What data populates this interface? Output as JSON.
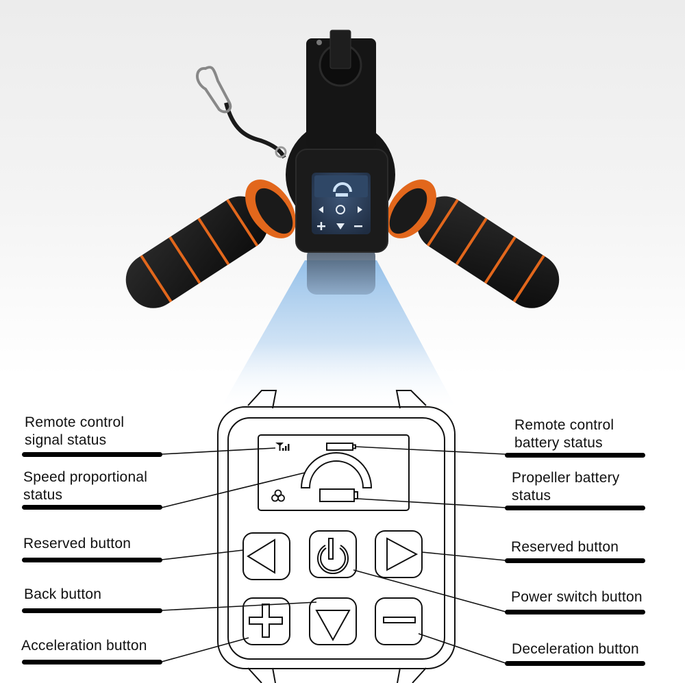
{
  "diagram": {
    "colors": {
      "grip_black": "#141414",
      "grip_orange": "#e2671c",
      "beam_blue": "#a9cdef",
      "screen_blue": "#2c3f5c",
      "line": "#111111"
    },
    "device_photo": {
      "screen_icons": [
        "signal-icon",
        "battery-icon",
        "speed-gauge-icon",
        "propeller-icon"
      ],
      "buttons": [
        "left-arrow",
        "power",
        "right-arrow",
        "plus",
        "down-arrow",
        "minus"
      ]
    },
    "labels_left": [
      {
        "id": "signal",
        "lines": [
          "Remote control",
          "signal status"
        ]
      },
      {
        "id": "speed",
        "lines": [
          "Speed proportional",
          "status"
        ]
      },
      {
        "id": "reserved-left",
        "lines": [
          "Reserved button"
        ]
      },
      {
        "id": "back",
        "lines": [
          "Back button"
        ]
      },
      {
        "id": "acceleration",
        "lines": [
          "Acceleration button"
        ]
      }
    ],
    "labels_right": [
      {
        "id": "rc-battery",
        "lines": [
          "Remote control",
          "battery status"
        ]
      },
      {
        "id": "prop-battery",
        "lines": [
          "Propeller battery",
          "status"
        ]
      },
      {
        "id": "reserved-right",
        "lines": [
          "Reserved button"
        ]
      },
      {
        "id": "power",
        "lines": [
          "Power switch button"
        ]
      },
      {
        "id": "deceleration",
        "lines": [
          "Deceleration button"
        ]
      }
    ]
  }
}
